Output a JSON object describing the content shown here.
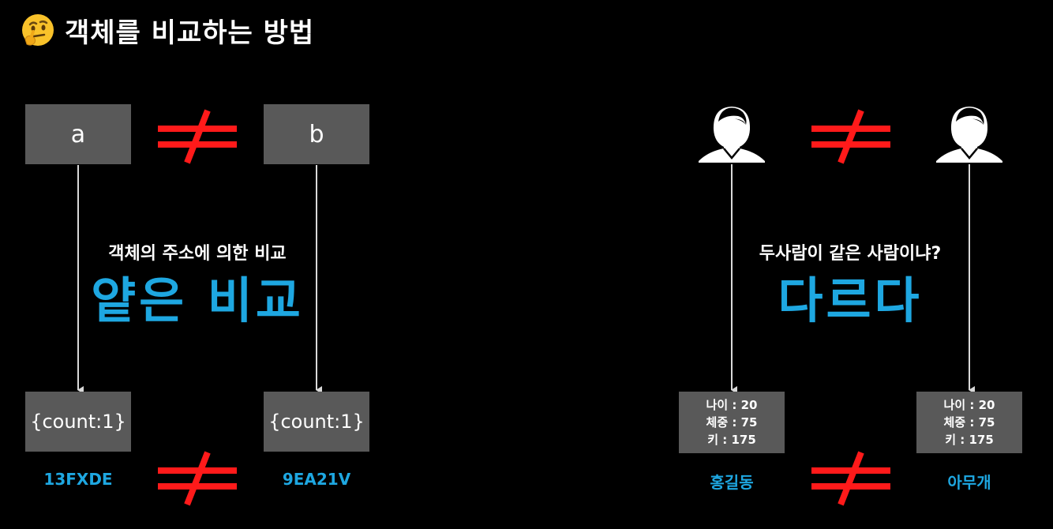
{
  "title": {
    "emoji": "thinking-face",
    "text": "객체를 비교하는 방법"
  },
  "left": {
    "var_a": "a",
    "var_b": "b",
    "caption": "객체의 주소에 의한 비교",
    "big": "얕은 비교",
    "obj_a": "{count:1}",
    "obj_b": "{count:1}",
    "addr_a": "13FXDE",
    "addr_b": "9EA21V"
  },
  "right": {
    "caption": "두사람이 같은 사람이냐?",
    "big": "다르다",
    "person_a": {
      "line1": "나이 : 20",
      "line2": "체중 : 75",
      "line3": "키 : 175",
      "name": "홍길동"
    },
    "person_b": {
      "line1": "나이 : 20",
      "line2": "체중 : 75",
      "line3": "키 : 175",
      "name": "아무개"
    }
  },
  "colors": {
    "background": "#000000",
    "box": "#595959",
    "accent": "#1ea7e1",
    "not_equal": "#ff1a1a",
    "arrow": "#d9d9d9"
  }
}
